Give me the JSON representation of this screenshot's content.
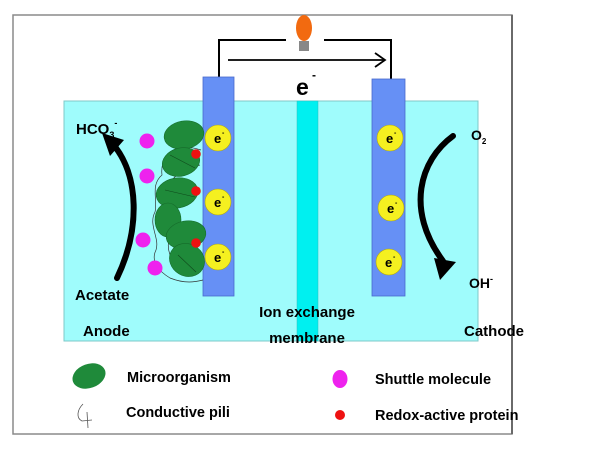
{
  "title": "Microbial fuel cell schematic",
  "colors": {
    "chamber": "#9ffcfc",
    "membrane": "#00f0f0",
    "electrode": "#6690f5",
    "electron": "#f5f020",
    "microorganism": "#1f8a3a",
    "shuttle": "#ee22ee",
    "redox_protein": "#ee1111",
    "bulb": "#f26a10",
    "bulb_base": "#888888",
    "frame": "#8a8a8a"
  },
  "circuit": {
    "electron_label": "e",
    "electron_charge": "-"
  },
  "anode": {
    "label": "Anode",
    "substrate": "Acetate",
    "product": "HCO",
    "product_subscript": "3",
    "product_charge": "-"
  },
  "cathode": {
    "label": "Cathode",
    "reactant": "O",
    "reactant_subscript": "2",
    "product": "OH",
    "product_charge": "-"
  },
  "membrane": {
    "label_line1": "Ion exchange",
    "label_line2": "membrane"
  },
  "electrons": {
    "symbol": "e",
    "charge": "-"
  },
  "legend": {
    "items": [
      {
        "key": "microorganism",
        "label": "Microorganism"
      },
      {
        "key": "shuttle",
        "label": "Shuttle molecule"
      },
      {
        "key": "pili",
        "label": "Conductive pili"
      },
      {
        "key": "redox",
        "label": "Redox-active protein"
      }
    ]
  }
}
